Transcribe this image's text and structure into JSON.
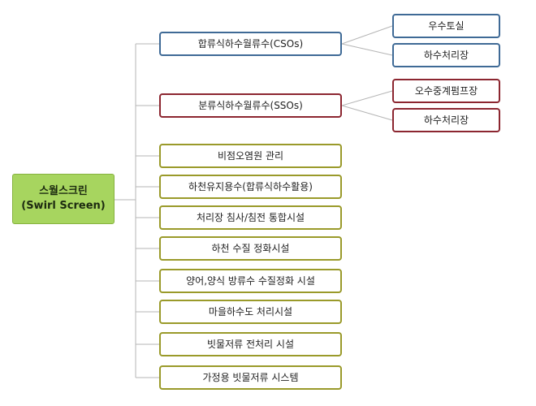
{
  "root": {
    "line1": "스월스크린",
    "line2": "(Swirl Screen)"
  },
  "branches": [
    {
      "label": "합류식하수월류수(CSOs)",
      "children": [
        "우수토실",
        "하수처리장"
      ]
    },
    {
      "label": "분류식하수월류수(SSOs)",
      "children": [
        "오수중계펌프장",
        "하수처리장"
      ]
    },
    {
      "label": "비점오염원 관리"
    },
    {
      "label": "하천유지용수(합류식하수활용)"
    },
    {
      "label": "처리장 침사/침전 통합시설"
    },
    {
      "label": "하천 수질 정화시설"
    },
    {
      "label": "양어,양식 방류수 수질정화 시설"
    },
    {
      "label": "마을하수도 처리시설"
    },
    {
      "label": "빗물저류 전처리 시설"
    },
    {
      "label": "가정용 빗물저류 시스템"
    }
  ],
  "colors": {
    "root_fill": "#a7d55f",
    "cso": "#3f6a96",
    "sso": "#8c2630",
    "other": "#9a9a2a",
    "connector": "#b5b5b5"
  }
}
